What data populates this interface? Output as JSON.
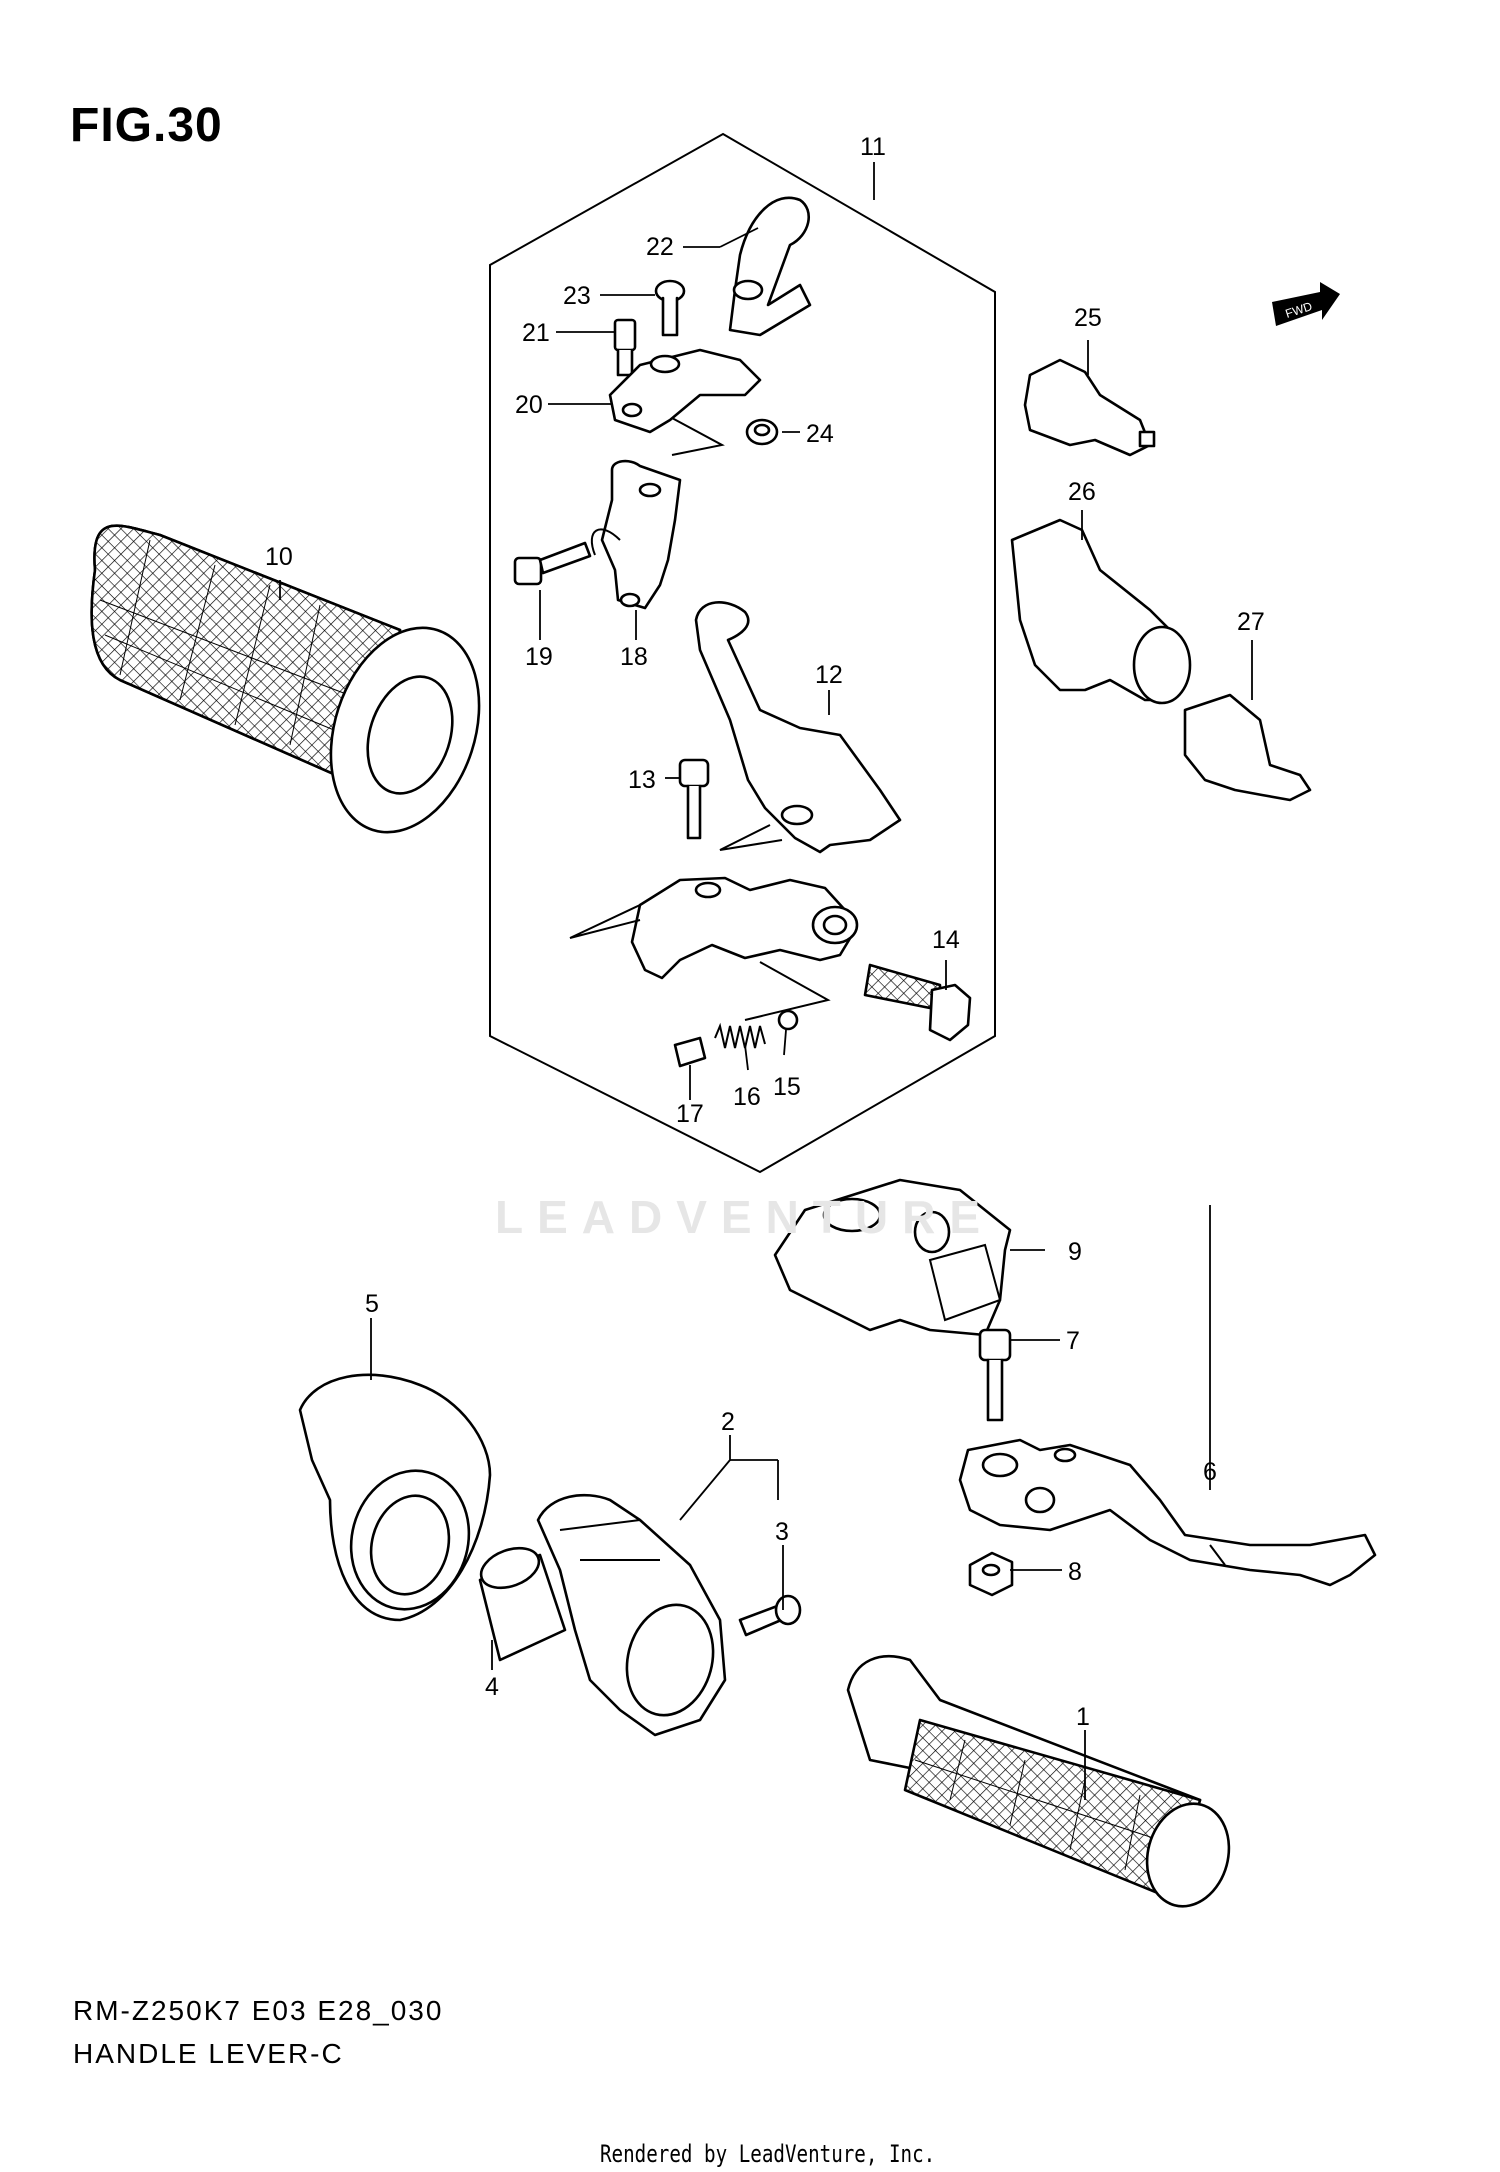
{
  "figure": {
    "title": "FIG.30",
    "model_code": "RM-Z250K7 E03 E28_030",
    "section_title": "HANDLE LEVER-C",
    "credit": "Rendered by LeadVenture, Inc.",
    "watermark": "LEADVENTURE",
    "fwd_label": "FWD"
  },
  "callouts": [
    "1",
    "2",
    "3",
    "4",
    "5",
    "6",
    "7",
    "8",
    "9",
    "10",
    "11",
    "12",
    "13",
    "14",
    "15",
    "16",
    "17",
    "18",
    "19",
    "20",
    "21",
    "22",
    "23",
    "24",
    "25",
    "26",
    "27"
  ]
}
